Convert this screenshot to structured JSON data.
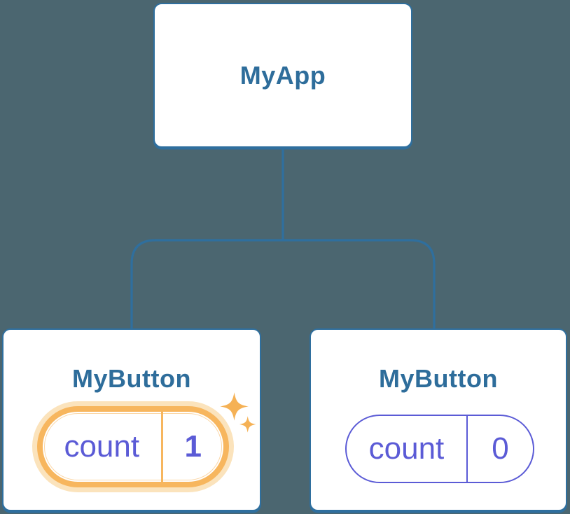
{
  "theme": {
    "background": "#4B6670",
    "stroke_blue": "#2F6F9E",
    "title_blue": "#2E6D9B",
    "purple": "#5B5BD6",
    "orange": "#F7B65E",
    "orange_glow": "#FBE3BC",
    "sparkle": "#F5B155",
    "card_bg": "#FFFFFF"
  },
  "tree": {
    "root": {
      "label": "MyApp"
    },
    "children": [
      {
        "label": "MyButton",
        "state_key": "count",
        "state_value": "1",
        "highlighted": true
      },
      {
        "label": "MyButton",
        "state_key": "count",
        "state_value": "0",
        "highlighted": false
      }
    ]
  },
  "icons": {
    "sparkle_large": "sparkle-icon",
    "sparkle_small": "sparkle-icon"
  }
}
